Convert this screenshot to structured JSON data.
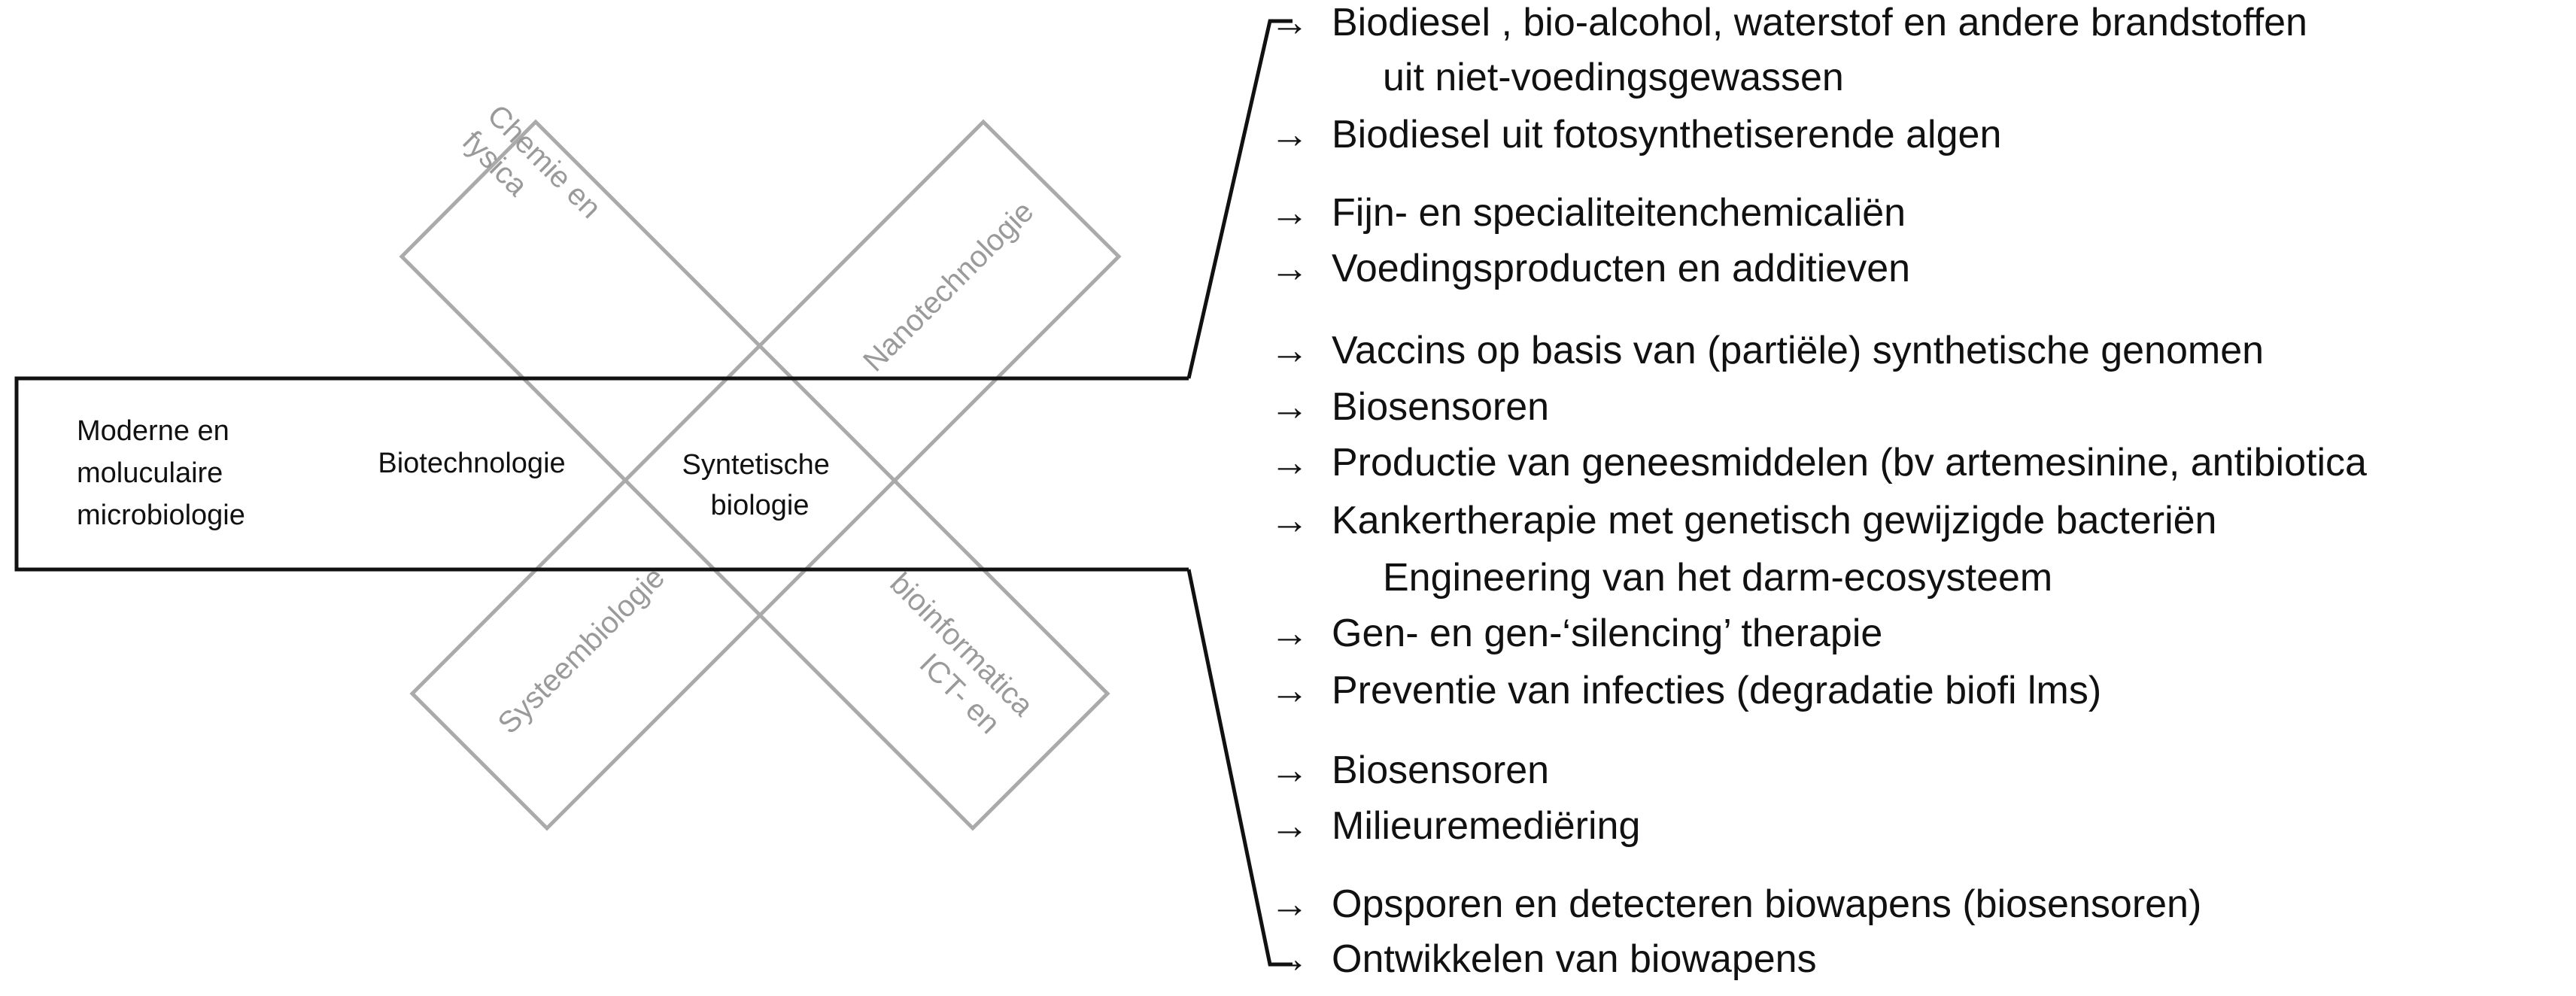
{
  "colors": {
    "line": "#111111",
    "text": "#111111",
    "gray": "#9a9a9a"
  },
  "band_labels": {
    "left": [
      "Moderne en",
      "moluculaire",
      "microbiologie"
    ],
    "middle": "Biotechnologie",
    "right": [
      "Syntetische",
      "biologie"
    ]
  },
  "rotated_labels": {
    "chemie": [
      "Chemie en",
      "fysica"
    ],
    "nano": "Nanotechnologie",
    "systeem": "Systeembiologie",
    "ict": [
      "ICT- en",
      "bioinformatica"
    ]
  },
  "arrow_glyph": "→",
  "applications": [
    {
      "text": "Biodiesel , bio-alcohol, waterstof en andere brandstoffen",
      "arrow": true
    },
    {
      "text": "uit niet-voedingsgewassen",
      "arrow": false
    },
    {
      "text": "Biodiesel uit fotosynthetiserende algen",
      "arrow": true
    },
    {
      "text": "Fijn- en specialiteitenchemicaliën",
      "arrow": true
    },
    {
      "text": "Voedingsproducten en additieven",
      "arrow": true
    },
    {
      "text": "Vaccins op basis van (partiële) synthetische genomen",
      "arrow": true
    },
    {
      "text": "Biosensoren",
      "arrow": true
    },
    {
      "text": "Productie van geneesmiddelen (bv artemesinine, antibiotica",
      "arrow": true
    },
    {
      "text": "Kankertherapie met genetisch gewijzigde bacteriën",
      "arrow": true
    },
    {
      "text": "Engineering van het darm-ecosysteem",
      "arrow": false
    },
    {
      "text": "Gen- en gen-‘silencing’ therapie",
      "arrow": true
    },
    {
      "text": "Preventie van infecties (degradatie biofi lms)",
      "arrow": true
    },
    {
      "text": "Biosensoren",
      "arrow": true
    },
    {
      "text": "Milieuremediëring",
      "arrow": true
    },
    {
      "text": "Opsporen en detecteren biowapens (biosensoren)",
      "arrow": true
    },
    {
      "text": "Ontwikkelen van biowapens",
      "arrow": true
    }
  ]
}
